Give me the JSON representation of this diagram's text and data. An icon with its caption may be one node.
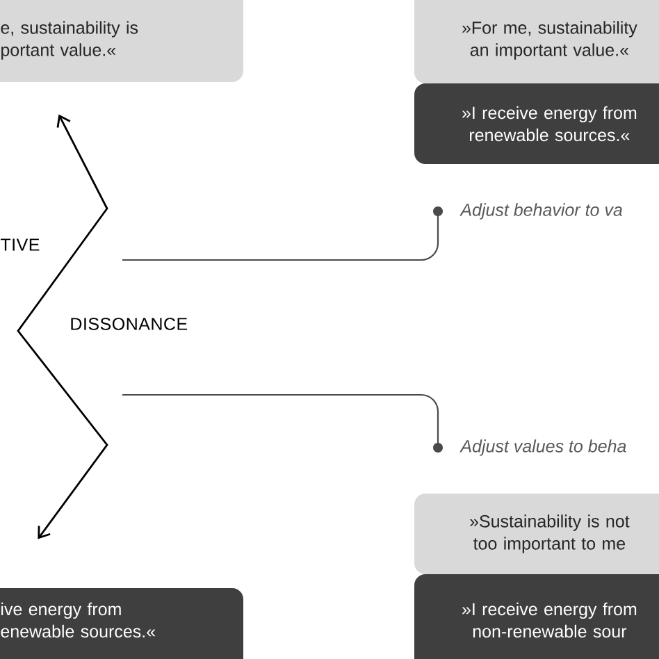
{
  "diagram": {
    "nodes": [
      {
        "text": [
          "e, sustainability is portant value.«"
        ]
      },
      {
        "text": [
          "»For me, sustainability an important value.«"
        ]
      },
      {
        "text": [
          "»I receive energy from renewable sources.«"
        ]
      },
      {
        "text": [
          "Adjust behavior to va"
        ]
      },
      {
        "text": [
          "Adjust values to beha"
        ]
      },
      {
        "text": [
          "»Sustainability is not too important to me"
        ]
      },
      {
        "text": [
          "»I receive energy from non-renewable sour"
        ]
      },
      {
        "text": [
          "ive energy from enewable sources.«"
        ]
      }
    ],
    "edges": [
      {
        "from": 0,
        "to": 7,
        "arrow": "both"
      },
      {
        "from": null,
        "to": 3,
        "arrow": "other"
      },
      {
        "from": null,
        "to": 4,
        "arrow": "other"
      }
    ],
    "labels": [
      "TIVE",
      "DISSONANCE"
    ]
  }
}
